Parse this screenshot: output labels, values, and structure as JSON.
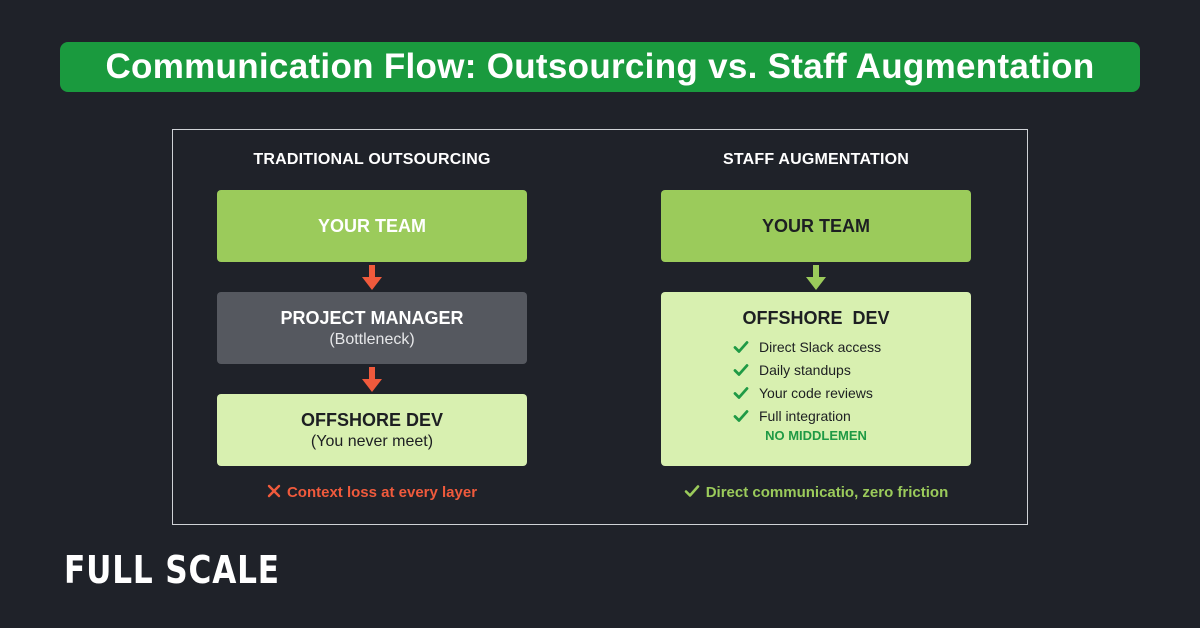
{
  "title": "Communication Flow: Outsourcing vs. Staff Augmentation",
  "outsourcing": {
    "heading": "TRADITIONAL OUTSOURCING",
    "your_team": "YOUR TEAM",
    "pm_label": "PROJECT MANAGER",
    "pm_sub": "(Bottleneck)",
    "dev_label": "OFFSHORE DEV",
    "dev_sub": "(You never meet)",
    "caption": "Context loss at every layer",
    "caption_icon": "x-icon"
  },
  "augmentation": {
    "heading": "STAFF AUGMENTATION",
    "your_team": "YOUR TEAM",
    "dev_label": "OFFSHORE  DEV",
    "checklist": [
      "Direct Slack access",
      "Daily standups",
      "Your code reviews",
      "Full integration"
    ],
    "no_middlemen": "NO MIDDLEMEN",
    "caption": "Direct communicatio, zero friction",
    "caption_icon": "check-icon"
  },
  "logo": "FULL SCALE",
  "colors": {
    "background": "#1f2229",
    "banner": "#1a9a3e",
    "box_green": "#9bcb5b",
    "box_grey": "#55585f",
    "box_light": "#d8f0b0",
    "arrow_red": "#f05a3c",
    "arrow_green": "#9bcb5b",
    "check_green": "#1f9a45",
    "caption_red": "#f05a3c",
    "caption_green": "#9bcb5b"
  }
}
